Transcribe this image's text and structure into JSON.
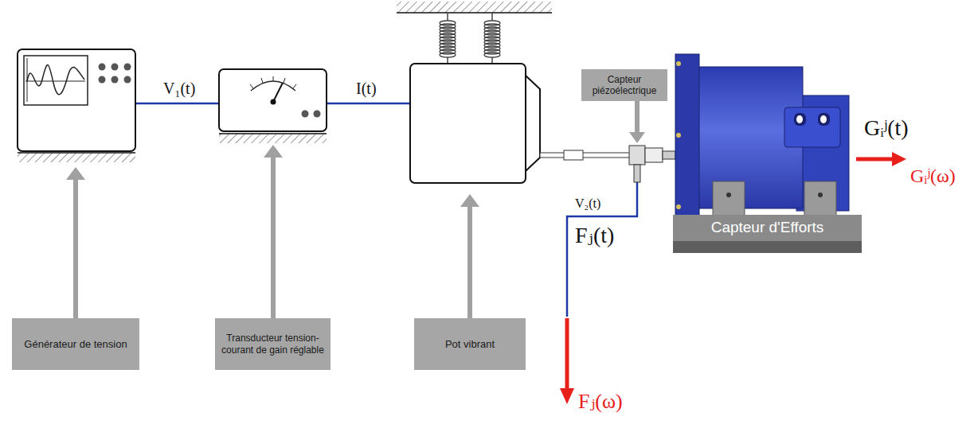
{
  "diagram": {
    "nodes": [
      {
        "text": [
          "Capteur piézoélectrique"
        ]
      },
      {
        "text": [
          "Capteur d'Efforts"
        ]
      },
      {
        "text": [
          "Générateur de tension"
        ]
      },
      {
        "text": [
          "Transducteur tension-courant de gain réglable"
        ]
      },
      {
        "text": [
          "Pot vibrant"
        ]
      }
    ],
    "labels": [
      "V₁(t)",
      "I(t)",
      "V₂(t)",
      "Fⱼ(t)",
      "Fⱼ(ω)",
      "Gᵢʲ(t)",
      "Gᵢʲ(ω)"
    ]
  }
}
